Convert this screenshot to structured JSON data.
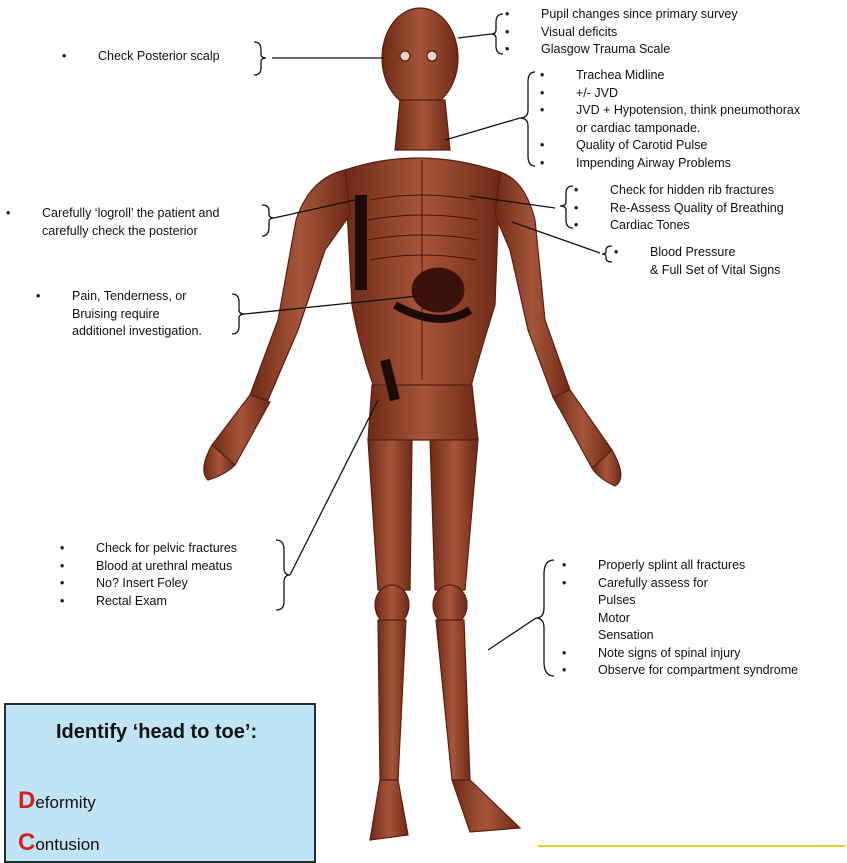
{
  "annotations": {
    "head": [
      "Pupil changes since primary survey",
      "Visual deficits",
      "Glasgow Trauma Scale"
    ],
    "scalp": [
      "Check Posterior scalp"
    ],
    "neck": [
      "Trachea Midline",
      "+/- JVD",
      "JVD + Hypotension, think pneumothorax",
      "or cardiac tamponade.",
      "Quality of Carotid Pulse",
      "Impending Airway Problems"
    ],
    "logroll": [
      "Carefully ‘logroll’ the patient and",
      "carefully check the posterior"
    ],
    "chest": [
      "Check for hidden rib fractures",
      "Re-Assess Quality of Breathing",
      "Cardiac Tones"
    ],
    "vitals": [
      "Blood Pressure",
      "& Full Set of Vital Signs"
    ],
    "abdomen": [
      "Pain, Tenderness, or",
      "Bruising require",
      "additionel investigation."
    ],
    "pelvis": [
      "Check for pelvic fractures",
      "Blood at urethral meatus",
      "No? Insert Foley",
      "Rectal Exam"
    ],
    "limbs": [
      "Properly splint all fractures",
      "Carefully assess for",
      "Pulses",
      "Motor",
      "Sensation",
      "Note signs of spinal injury",
      "Observe for compartment syndrome"
    ]
  },
  "legend": {
    "title": "Identify ‘head to toe’:",
    "items": [
      {
        "first": "D",
        "rest": "eformity"
      },
      {
        "first": "C",
        "rest": "ontusion"
      }
    ]
  },
  "colors": {
    "body": "#8a3a22",
    "body_dark": "#5a1f10",
    "legend_bg": "#bfe4f6",
    "legend_accent": "#d61f1f"
  }
}
